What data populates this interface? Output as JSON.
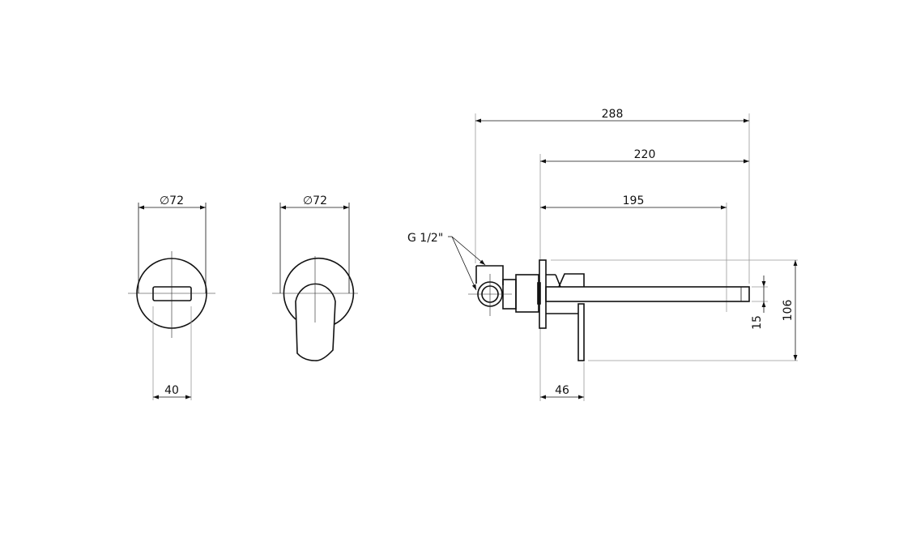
{
  "front_view": {
    "diameter_label": "∅72",
    "slot_width_label": "40"
  },
  "handle_view": {
    "diameter_label": "∅72"
  },
  "side_view": {
    "overall_length_label": "288",
    "spout_from_wall_label": "220",
    "outlet_from_wall_label": "195",
    "height_label": "106",
    "spout_thickness_label": "15",
    "lever_projection_label": "46",
    "thread_label": "G 1/2\""
  }
}
